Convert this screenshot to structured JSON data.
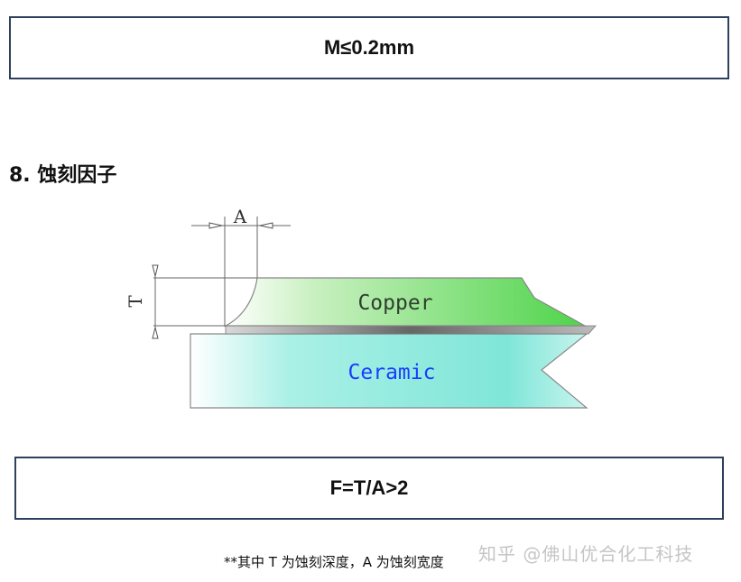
{
  "formula_top": "M≤0.2mm",
  "section_title": "8. 蚀刻因子",
  "diagram": {
    "copper_label": "Copper",
    "ceramic_label": "Ceramic",
    "width_label": "A",
    "depth_label": "T",
    "colors": {
      "copper": "#5fd45a",
      "ceramic": "#6fe0d2",
      "copper_text": "#2f3f2f",
      "ceramic_text": "#1a3cff"
    }
  },
  "formula_bottom": "F=T/A>2",
  "footnote": "**其中 T 为蚀刻深度，A 为蚀刻宽度",
  "watermark": "知乎 @佛山优合化工科技"
}
